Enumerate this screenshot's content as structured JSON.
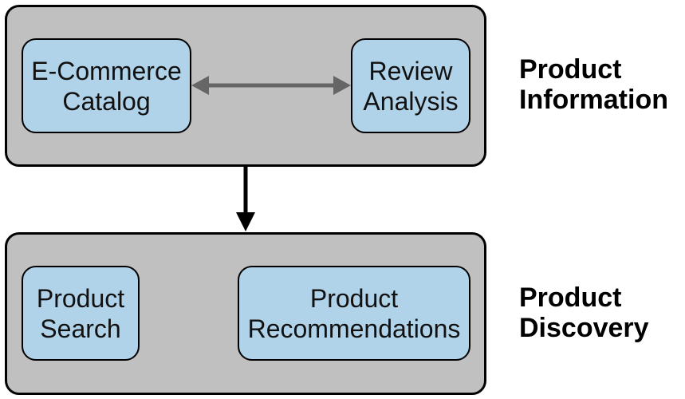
{
  "groups": {
    "info": {
      "label_line1": "Product",
      "label_line2": "Information"
    },
    "discovery": {
      "label_line1": "Product",
      "label_line2": "Discovery"
    }
  },
  "nodes": {
    "catalog": {
      "line1": "E-Commerce",
      "line2": "Catalog"
    },
    "review": {
      "line1": "Review",
      "line2": "Analysis"
    },
    "search": {
      "line1": "Product",
      "line2": "Search"
    },
    "recommendations": {
      "line1": "Product",
      "line2": "Recommendations"
    }
  },
  "colors": {
    "group_fill": "#c0c0c0",
    "node_fill": "#b1d3e9",
    "double_arrow": "#666666",
    "down_arrow": "#000000"
  }
}
